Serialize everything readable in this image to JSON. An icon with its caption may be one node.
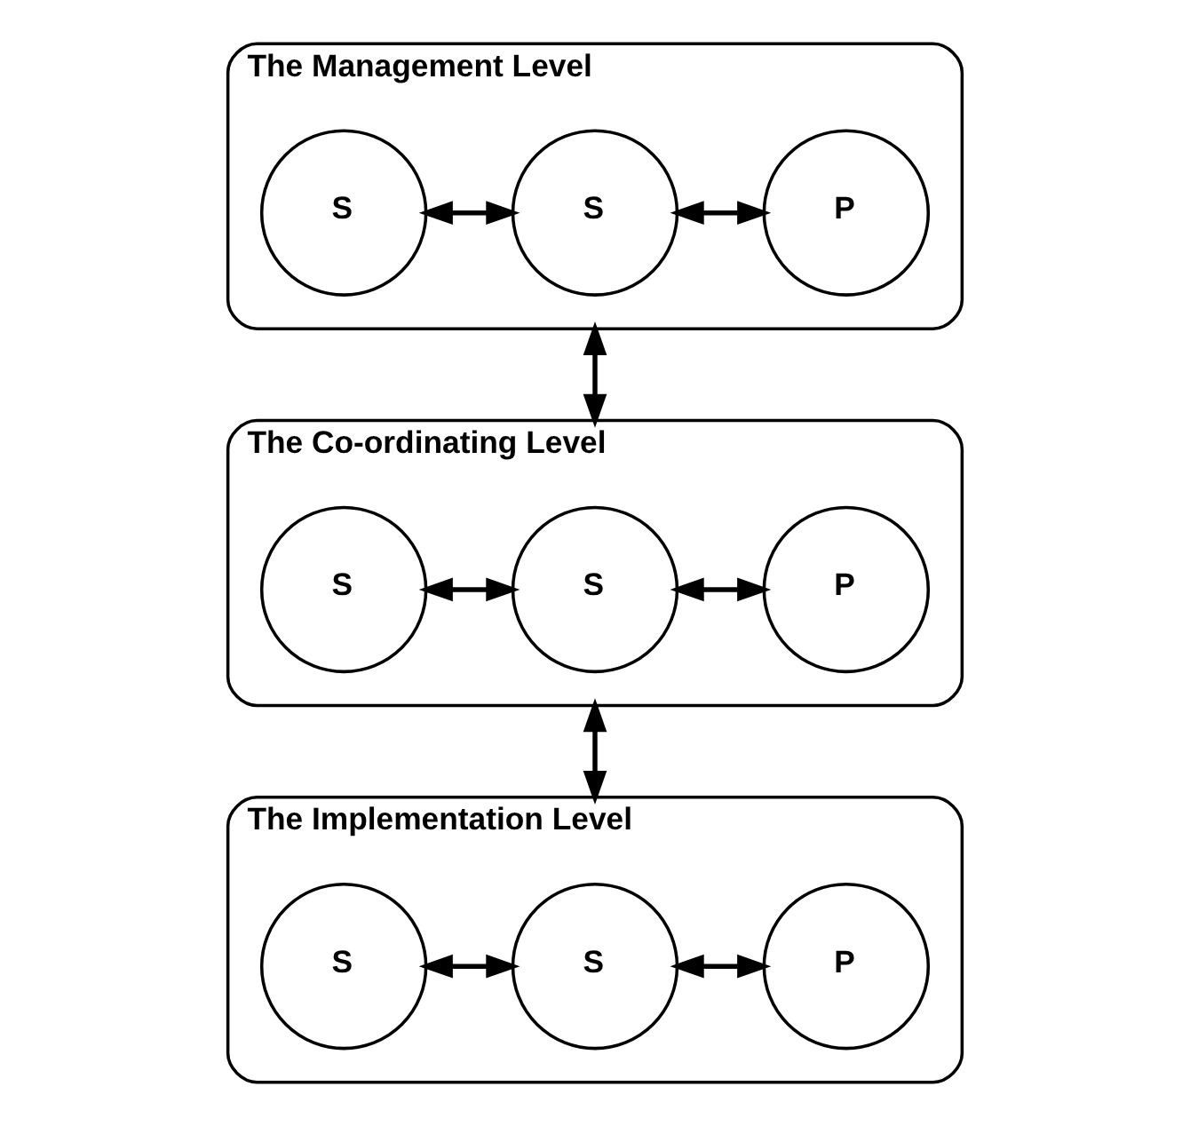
{
  "diagram": {
    "nodes": [
      {
        "text": [
          "The Management Level"
        ]
      },
      {
        "text": [
          "S"
        ],
        "in": 0
      },
      {
        "text": [
          "S"
        ],
        "in": 0
      },
      {
        "text": [
          "P"
        ],
        "in": 0
      },
      {
        "text": [
          "The Co-ordinating Level"
        ]
      },
      {
        "text": [
          "S"
        ],
        "in": 4
      },
      {
        "text": [
          "S"
        ],
        "in": 4
      },
      {
        "text": [
          "P"
        ],
        "in": 4
      },
      {
        "text": [
          "The Implementation Level"
        ]
      },
      {
        "text": [
          "S"
        ],
        "in": 8
      },
      {
        "text": [
          "S"
        ],
        "in": 8
      },
      {
        "text": [
          "P"
        ],
        "in": 8
      }
    ],
    "edges": [
      {
        "from": 1,
        "to": 2,
        "arrow": "both"
      },
      {
        "from": 2,
        "to": 3,
        "arrow": "both"
      },
      {
        "from": 0,
        "to": 4,
        "arrow": "both"
      },
      {
        "from": 5,
        "to": 6,
        "arrow": "both"
      },
      {
        "from": 6,
        "to": 7,
        "arrow": "both"
      },
      {
        "from": 4,
        "to": 8,
        "arrow": "both"
      },
      {
        "from": 9,
        "to": 10,
        "arrow": "both"
      },
      {
        "from": 10,
        "to": 11,
        "arrow": "both"
      }
    ]
  }
}
